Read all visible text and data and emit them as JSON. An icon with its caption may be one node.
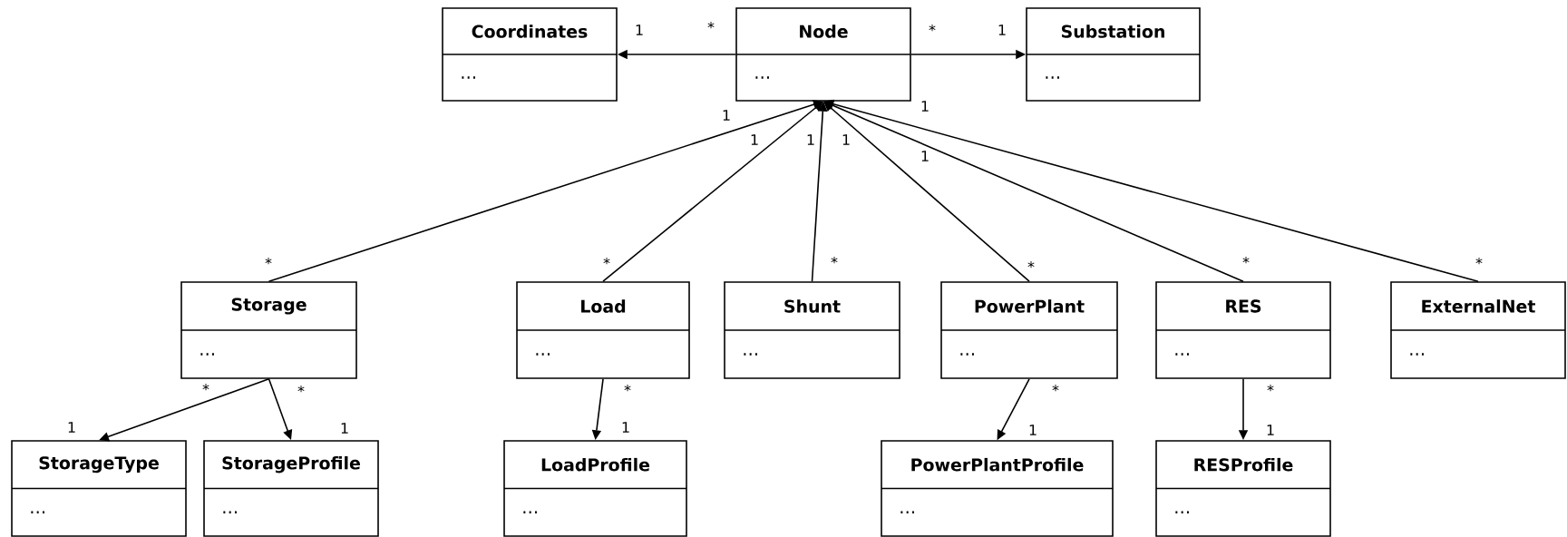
{
  "diagram": {
    "nodes": [
      {
        "text": [
          "Coordinates",
          "…"
        ]
      },
      {
        "text": [
          "Node",
          "…"
        ]
      },
      {
        "text": [
          "Substation",
          "…"
        ]
      },
      {
        "text": [
          "Storage",
          "…"
        ]
      },
      {
        "text": [
          "Load",
          "…"
        ]
      },
      {
        "text": [
          "Shunt",
          "…"
        ]
      },
      {
        "text": [
          "PowerPlant",
          "…"
        ]
      },
      {
        "text": [
          "RES",
          "…"
        ]
      },
      {
        "text": [
          "ExternalNet",
          "…"
        ]
      },
      {
        "text": [
          "StorageType",
          "…"
        ]
      },
      {
        "text": [
          "StorageProfile",
          "…"
        ]
      },
      {
        "text": [
          "LoadProfile",
          "…"
        ]
      },
      {
        "text": [
          "PowerPlantProfile",
          "…"
        ]
      },
      {
        "text": [
          "RESProfile",
          "…"
        ]
      }
    ],
    "edges": [
      {
        "from": 1,
        "to": 0,
        "arrow": "to"
      },
      {
        "from": 1,
        "to": 2,
        "arrow": "to"
      },
      {
        "from": 3,
        "to": 1,
        "arrow": "to"
      },
      {
        "from": 4,
        "to": 1,
        "arrow": "to"
      },
      {
        "from": 5,
        "to": 1,
        "arrow": "to"
      },
      {
        "from": 6,
        "to": 1,
        "arrow": "to"
      },
      {
        "from": 7,
        "to": 1,
        "arrow": "to"
      },
      {
        "from": 8,
        "to": 1,
        "arrow": "to"
      },
      {
        "from": 3,
        "to": 9,
        "arrow": "to"
      },
      {
        "from": 3,
        "to": 10,
        "arrow": "to"
      },
      {
        "from": 4,
        "to": 11,
        "arrow": "to"
      },
      {
        "from": 6,
        "to": 12,
        "arrow": "to"
      },
      {
        "from": 7,
        "to": 13,
        "arrow": "to"
      }
    ],
    "labels": [
      "1",
      "*",
      "*",
      "1",
      "1",
      "1",
      "1",
      "1",
      "1",
      "1",
      "*",
      "*",
      "*",
      "*",
      "*",
      "*",
      "*",
      "*",
      "*",
      "*",
      "*",
      "1",
      "1",
      "1",
      "1",
      "1"
    ]
  }
}
